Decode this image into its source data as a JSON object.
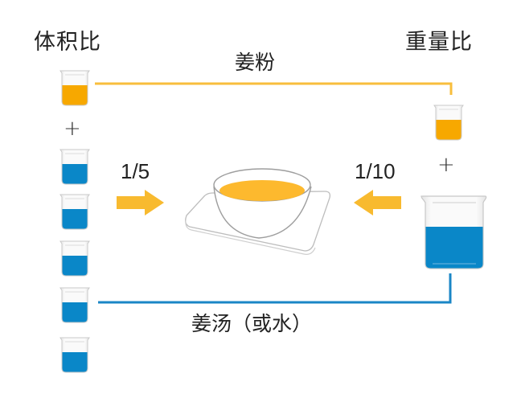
{
  "headers": {
    "volume_ratio": "体积比",
    "weight_ratio": "重量比"
  },
  "lines": {
    "ginger_powder_label": "姜粉",
    "ginger_soup_label": "姜汤（或水）"
  },
  "ratios": {
    "volume": "1/5",
    "weight": "1/10"
  },
  "plus_sign": "+",
  "colors": {
    "orange_liquid": "#F7A800",
    "orange_line": "#F8BE3C",
    "arrow": "#F8BA2F",
    "blue_liquid": "#0A87C8",
    "blue_line": "#1A86C6",
    "bowl_liquid": "#FDB92E"
  },
  "left_column": {
    "ginger_powder_parts": 1,
    "ginger_soup_parts": 5
  },
  "right_column": {
    "ginger_powder_parts": 1,
    "ginger_soup_parts": 10
  }
}
